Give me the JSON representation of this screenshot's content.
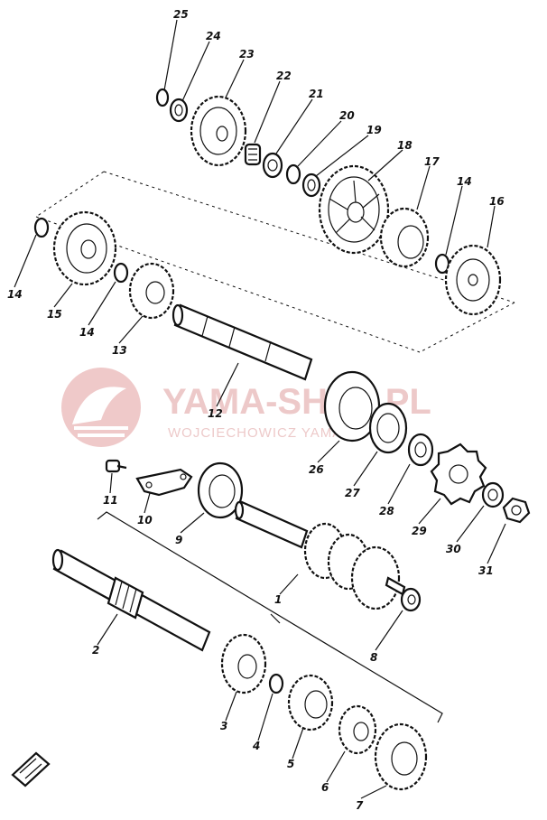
{
  "watermark": {
    "title": "YAMA-SHOP.PL",
    "subtitle": "WOJCIECHOWICZ YAMAHA",
    "logo_color": "#e7b8b8"
  },
  "part_numbers": [
    "25",
    "24",
    "23",
    "22",
    "21",
    "20",
    "19",
    "18",
    "17",
    "14",
    "16",
    "14",
    "15",
    "14",
    "13",
    "12",
    "26",
    "27",
    "28",
    "29",
    "30",
    "31",
    "11",
    "10",
    "9",
    "1",
    "8",
    "2",
    "3",
    "4",
    "5",
    "6",
    "7"
  ]
}
